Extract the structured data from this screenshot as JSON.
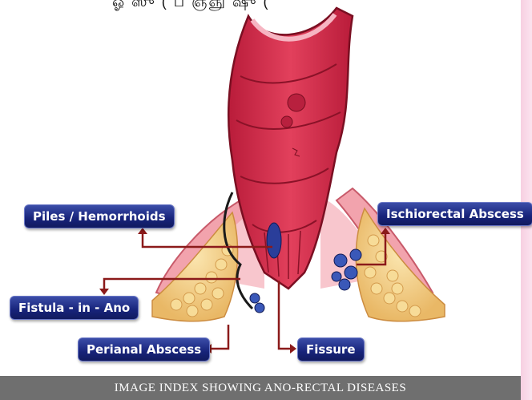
{
  "header": {
    "partial_text": "ஓ  ஸு ( ப ஞ்ஞு ஷு ("
  },
  "labels": {
    "piles": "Piles / Hemorrhoids",
    "ischiorectal": "Ischiorectal Abscess",
    "fistula": "Fistula - in - Ano",
    "perianal": "Perianal Abscess",
    "fissure": "Fissure"
  },
  "footer": {
    "caption": "IMAGE  INDEX SHOWING ANO-RECTAL DISEASES"
  },
  "colors": {
    "label_bg": "#17237a",
    "pointer": "#8b1a1a",
    "rectum": "#d8344f",
    "fat": "#f3d28a",
    "footer_bg": "#6f6f6f"
  }
}
